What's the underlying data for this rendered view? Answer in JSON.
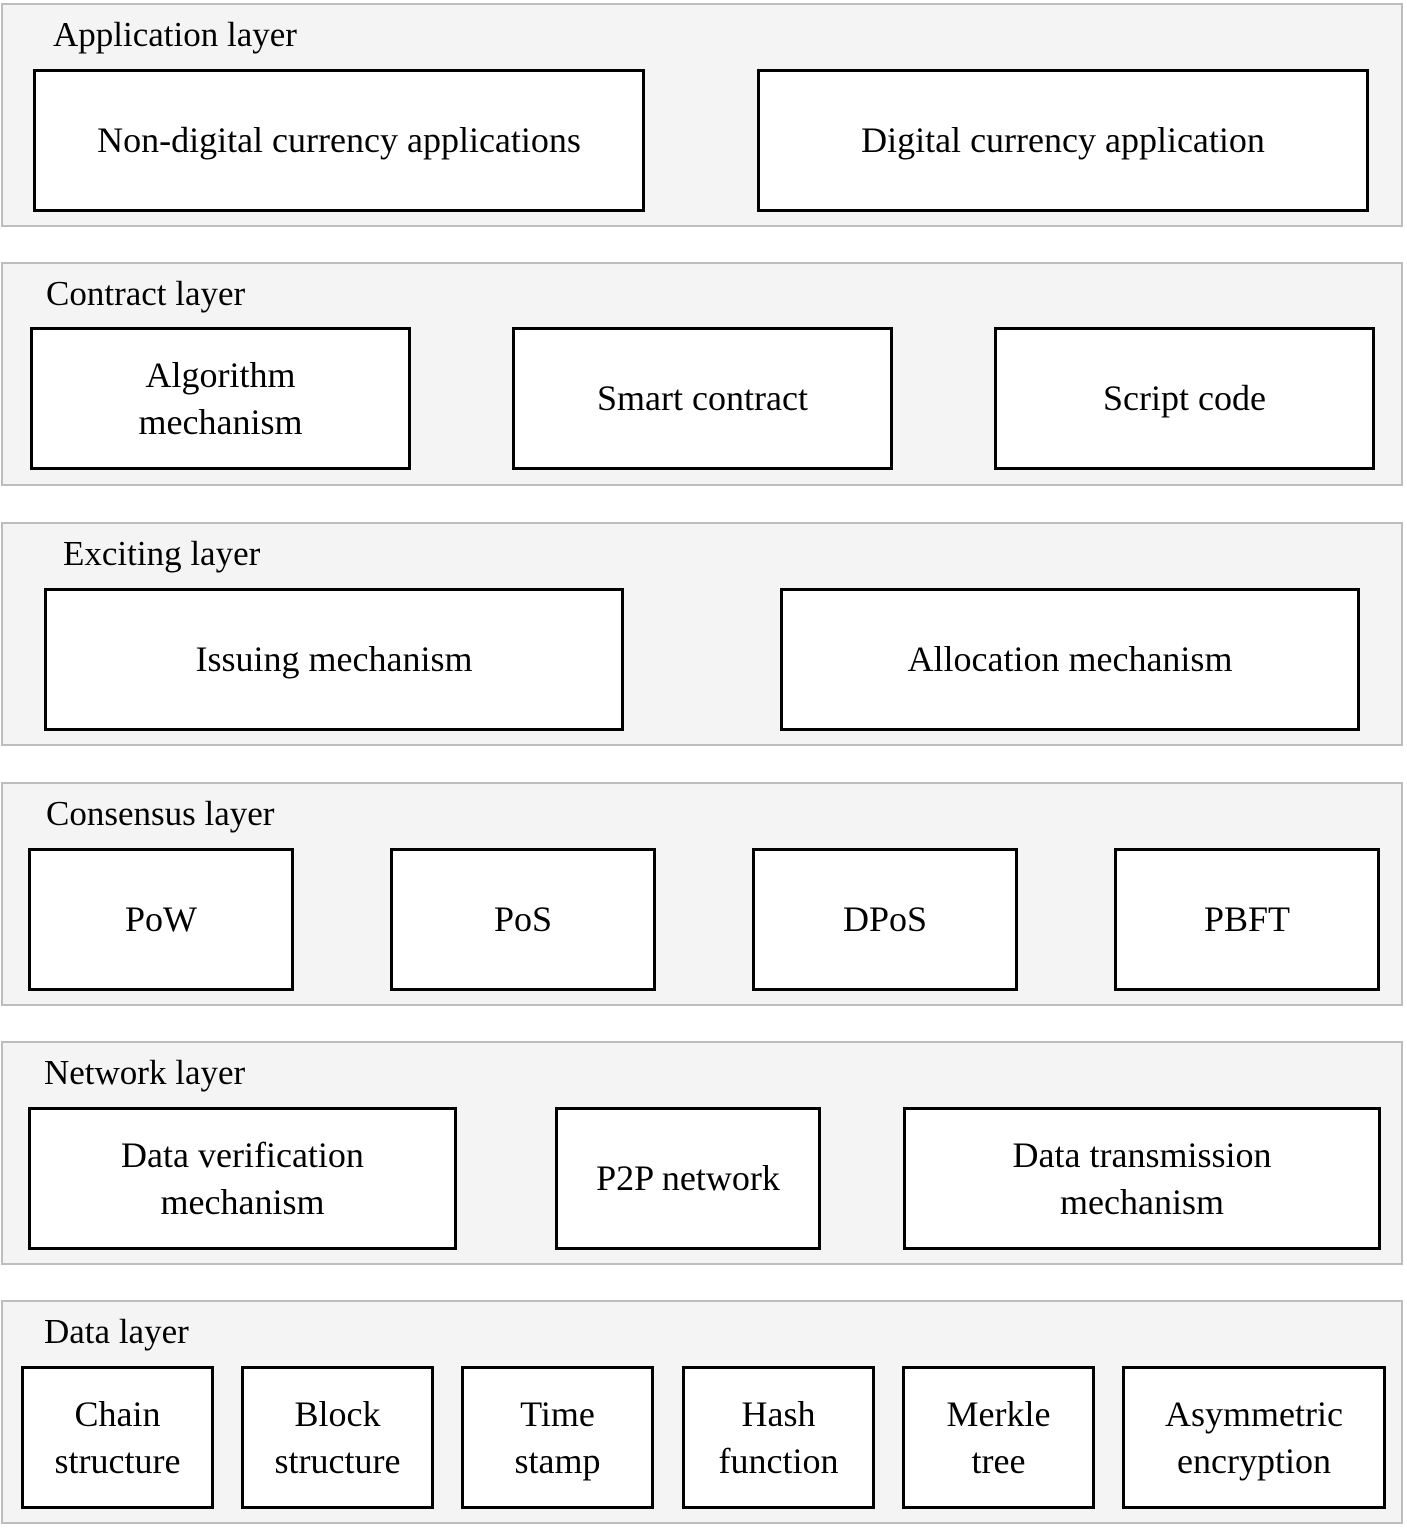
{
  "layers": [
    {
      "title": "Application layer",
      "boxes": [
        "Non-digital currency applications",
        "Digital currency application"
      ]
    },
    {
      "title": "Contract layer",
      "boxes": [
        "Algorithm\nmechanism",
        "Smart contract",
        "Script code"
      ]
    },
    {
      "title": "Exciting layer",
      "boxes": [
        "Issuing mechanism",
        "Allocation mechanism"
      ]
    },
    {
      "title": "Consensus layer",
      "boxes": [
        "PoW",
        "PoS",
        "DPoS",
        "PBFT"
      ]
    },
    {
      "title": "Network layer",
      "boxes": [
        "Data verification\nmechanism",
        "P2P network",
        "Data transmission\nmechanism"
      ]
    },
    {
      "title": "Data layer",
      "boxes": [
        "Chain\nstructure",
        "Block\nstructure",
        "Time\nstamp",
        "Hash\nfunction",
        "Merkle\ntree",
        "Asymmetric\nencryption"
      ]
    }
  ]
}
